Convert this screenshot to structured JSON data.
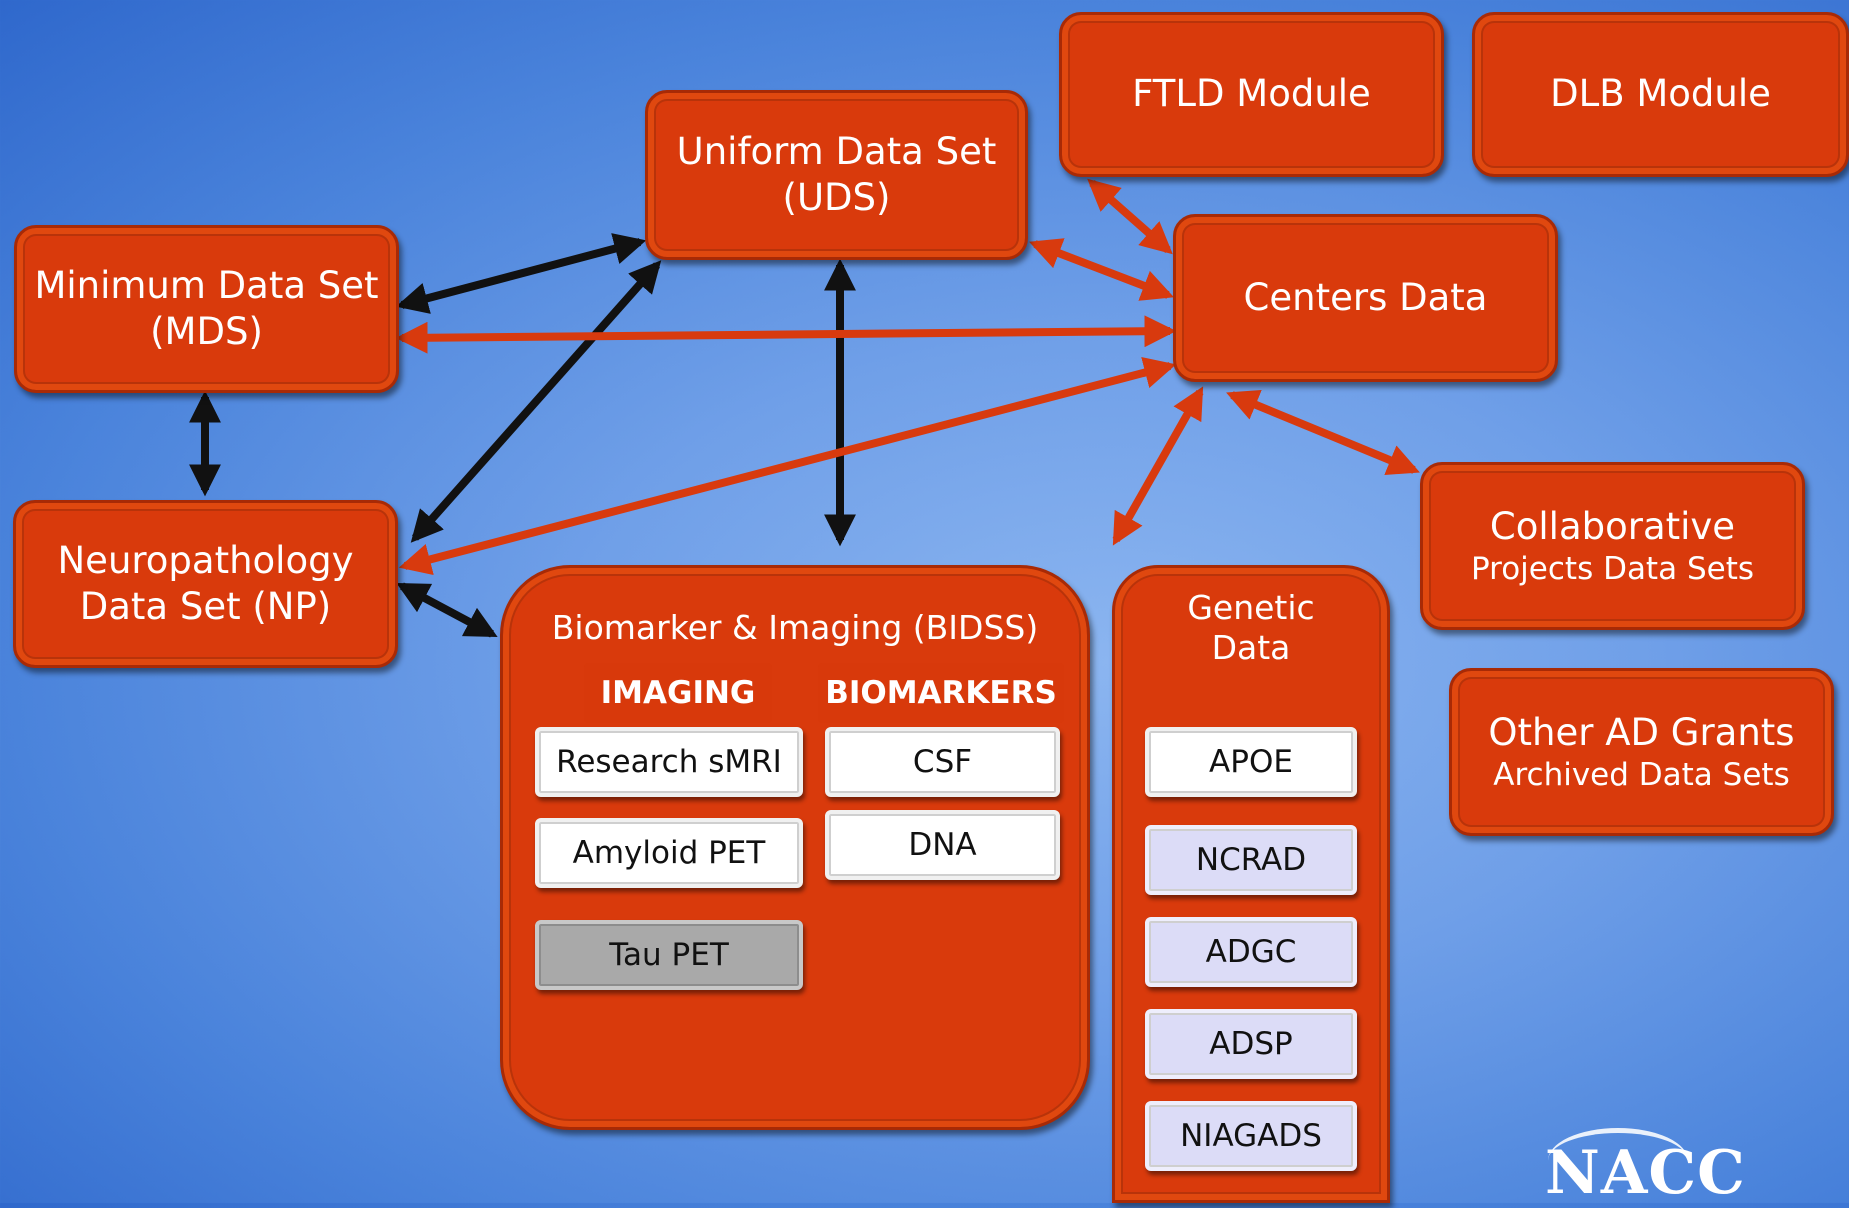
{
  "colors": {
    "box": "#d93a0c",
    "arrow_red": "#d83a0e",
    "arrow_black": "#111111"
  },
  "boxes": {
    "uds": {
      "line1": "Uniform Data Set",
      "line2": "(UDS)"
    },
    "mds": {
      "line1": "Minimum Data Set",
      "line2": "(MDS)"
    },
    "np": {
      "line1": "Neuropathology",
      "line2": "Data Set (NP)"
    },
    "centers": {
      "line1": "Centers Data"
    },
    "ftld": {
      "line1": "FTLD Module"
    },
    "dlb": {
      "line1": "DLB Module"
    },
    "collab": {
      "line1": "Collaborative",
      "line2": "Projects Data Sets"
    },
    "other": {
      "line1": "Other AD Grants",
      "line2": "Archived Data Sets"
    }
  },
  "bidss": {
    "title": "Biomarker & Imaging (BIDSS)",
    "imaging_header": "IMAGING",
    "biomarkers_header": "BIOMARKERS",
    "imaging_items": [
      "Research sMRI",
      "Amyloid PET",
      "Tau PET"
    ],
    "biomarker_items": [
      "CSF",
      "DNA"
    ]
  },
  "genetic": {
    "line1": "Genetic",
    "line2": "Data",
    "items": [
      "APOE",
      "NCRAD",
      "ADGC",
      "ADSP",
      "NIAGADS"
    ]
  },
  "logo": {
    "text": "NACC"
  }
}
